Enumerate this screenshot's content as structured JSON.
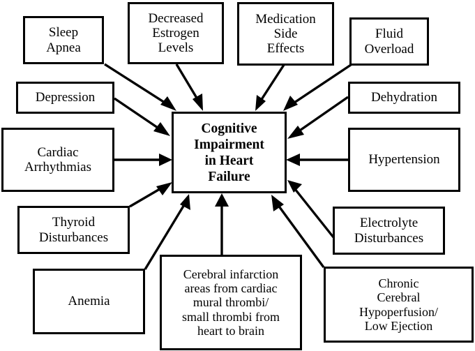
{
  "diagram": {
    "title": "Cognitive Impairment in Heart Failure",
    "type": "radial-cause-diagram",
    "center": {
      "id": "center",
      "label": "Cognitive\nImpairment\nin Heart\nFailure"
    },
    "nodes": [
      {
        "id": "sleep-apnea",
        "label": "Sleep\nApnea"
      },
      {
        "id": "decreased-estrogen-levels",
        "label": "Decreased\nEstrogen\nLevels"
      },
      {
        "id": "medication-side-effects",
        "label": "Medication\nSide\nEffects"
      },
      {
        "id": "fluid-overload",
        "label": "Fluid\nOverload"
      },
      {
        "id": "depression",
        "label": "Depression"
      },
      {
        "id": "dehydration",
        "label": "Dehydration"
      },
      {
        "id": "cardiac-arrhythmias",
        "label": "Cardiac\nArrhythmias"
      },
      {
        "id": "hypertension",
        "label": "Hypertension"
      },
      {
        "id": "thyroid-disturbances",
        "label": "Thyroid\nDisturbances"
      },
      {
        "id": "electrolyte-disturbances",
        "label": "Electrolyte\nDisturbances"
      },
      {
        "id": "anemia",
        "label": "Anemia"
      },
      {
        "id": "cerebral-infarction",
        "label": "Cerebral infarction\nareas from cardiac\nmural thrombi/\nsmall thrombi from\nheart to brain"
      },
      {
        "id": "chronic-cerebral-hypoperfusion",
        "label": "Chronic\nCerebral\nHypoperfusion/\nLow Ejection"
      }
    ],
    "edges": [
      {
        "from": "sleep-apnea",
        "to": "center"
      },
      {
        "from": "decreased-estrogen-levels",
        "to": "center"
      },
      {
        "from": "medication-side-effects",
        "to": "center"
      },
      {
        "from": "fluid-overload",
        "to": "center"
      },
      {
        "from": "depression",
        "to": "center"
      },
      {
        "from": "dehydration",
        "to": "center"
      },
      {
        "from": "cardiac-arrhythmias",
        "to": "center"
      },
      {
        "from": "hypertension",
        "to": "center"
      },
      {
        "from": "thyroid-disturbances",
        "to": "center"
      },
      {
        "from": "electrolyte-disturbances",
        "to": "center"
      },
      {
        "from": "anemia",
        "to": "center"
      },
      {
        "from": "cerebral-infarction",
        "to": "center"
      },
      {
        "from": "chronic-cerebral-hypoperfusion",
        "to": "center"
      }
    ],
    "colors": {
      "stroke": "#000000",
      "fill": "#ffffff",
      "text": "#000000"
    }
  }
}
